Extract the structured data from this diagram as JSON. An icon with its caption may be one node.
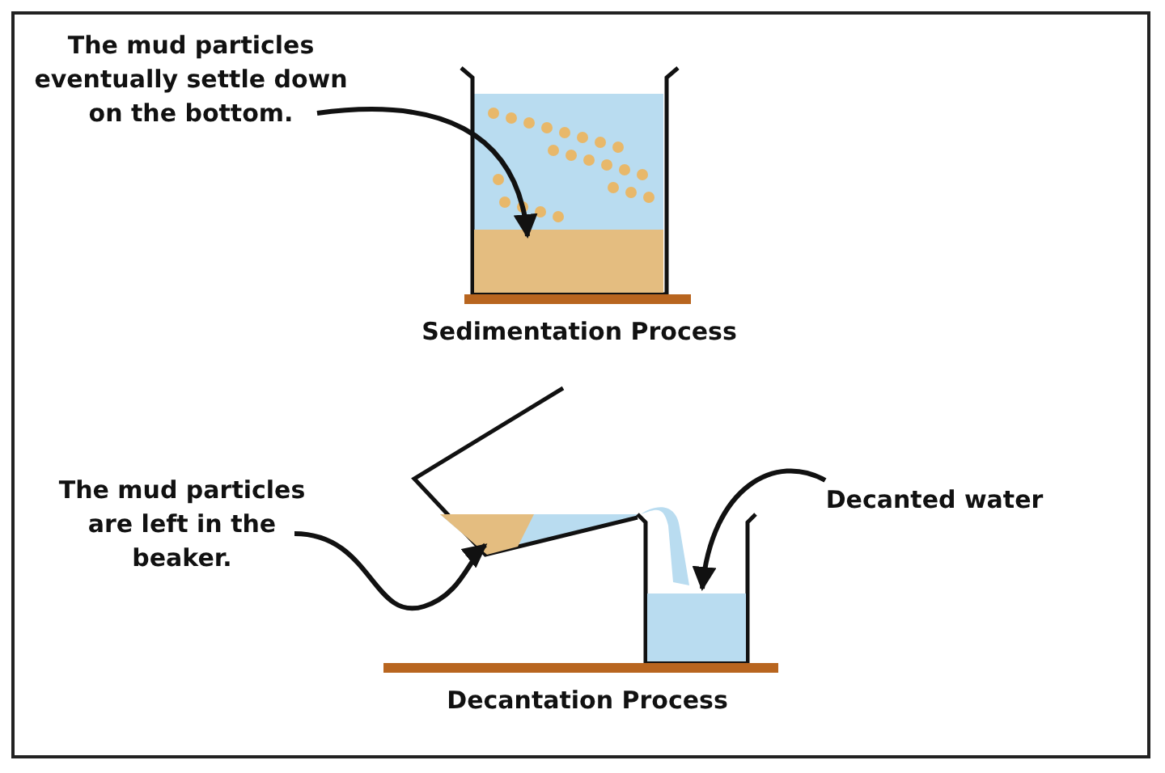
{
  "diagram": {
    "nodes": [
      {
        "text": [
          "The mud particles eventually settle down on the bottom."
        ]
      },
      {
        "text": [],
        "shape": "box"
      },
      {
        "text": [
          "The mud particles are left in the beaker."
        ]
      },
      {
        "text": [],
        "shape": "box"
      },
      {
        "text": [
          "Decanted water"
        ]
      },
      {
        "text": [],
        "shape": "box"
      }
    ],
    "edges": [
      {
        "from": 0,
        "to": 1,
        "arrow": "to"
      },
      {
        "from": 2,
        "to": 3,
        "arrow": "to"
      },
      {
        "from": 4,
        "to": 5,
        "arrow": "to"
      }
    ],
    "labels": [
      "Sedimentation Process",
      "Decantation Process"
    ]
  }
}
